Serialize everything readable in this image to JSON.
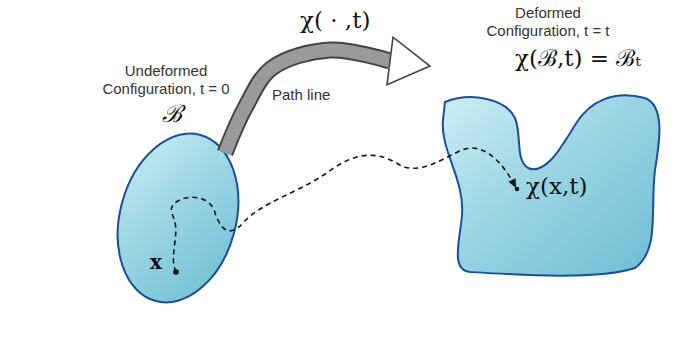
{
  "diagram": {
    "nodes": [
      {
        "text": [
          "Undeformed Configuration, t = 0",
          "ℬ",
          "x"
        ]
      },
      {
        "text": [
          "Deformed Configuration, t = t",
          "χ(ℬ,t) = ℬₜ",
          "χ(x,t)"
        ]
      }
    ],
    "edges": [
      {
        "from": 0,
        "to": 1,
        "arrow": "to",
        "label": "χ( · ,t)"
      }
    ],
    "labels": [
      "Path line"
    ]
  }
}
